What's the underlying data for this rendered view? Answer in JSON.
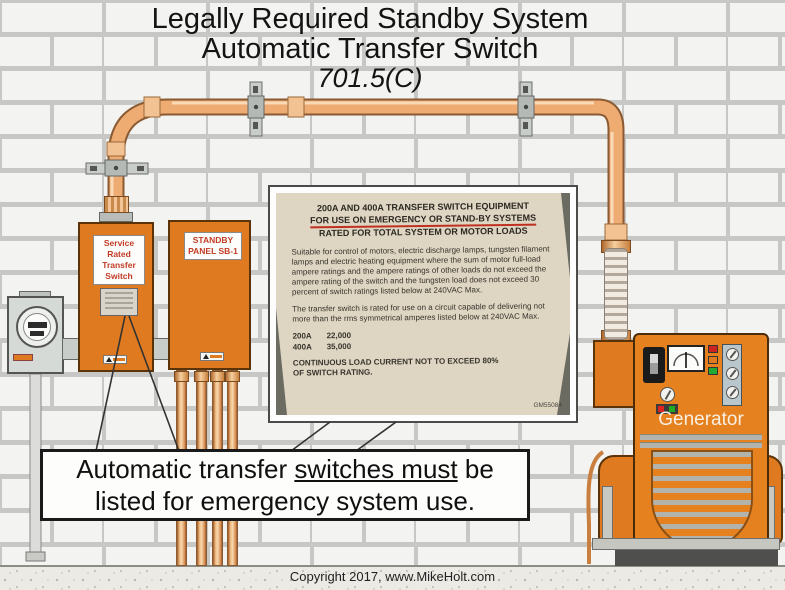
{
  "title": {
    "line1": "Legally Required Standby System",
    "line2": "Automatic Transfer Switch",
    "code": "701.5(C)"
  },
  "panels": {
    "transfer_switch_label": "Service Rated\nTransfer Switch",
    "standby_panel_label": "STANDBY\nPANEL SB-1"
  },
  "spec_plate": {
    "heading1": "200A AND 400A TRANSFER SWITCH EQUIPMENT",
    "heading2": "FOR USE ON EMERGENCY OR STAND-BY SYSTEMS",
    "heading3": "RATED FOR TOTAL SYSTEM OR MOTOR LOADS",
    "para1": "Suitable for control of motors, electric discharge lamps, tungsten filament lamps and electric heating equipment where the sum of motor full-load ampere ratings and the ampere ratings of other loads do not exceed the ampere rating of the switch and the tungsten load does not exceed 30 percent of switch ratings listed below at 240VAC Max.",
    "para2": "The transfer switch is rated for use on a circuit capable of delivering not more than the rms symmetrical amperes listed below at 240VAC Max.",
    "ratings": [
      {
        "amps": "200A",
        "value": "22,000"
      },
      {
        "amps": "400A",
        "value": "35,000"
      }
    ],
    "footer1": "CONTINUOUS LOAD CURRENT NOT TO EXCEED 80%",
    "footer2": "OF SWITCH RATING.",
    "part_number": "GM55084"
  },
  "generator": {
    "label": "Generator"
  },
  "callout": {
    "pre": "Automatic transfer ",
    "underlined": "switches must",
    "post": " be",
    "line2": "listed for emergency system use."
  },
  "copyright": "Copyright 2017, www.MikeHolt.com",
  "colors": {
    "orange": "#e07a20",
    "copper": "#eeab72",
    "label_red": "#c23b25",
    "plate_beige": "#ded5c2"
  }
}
